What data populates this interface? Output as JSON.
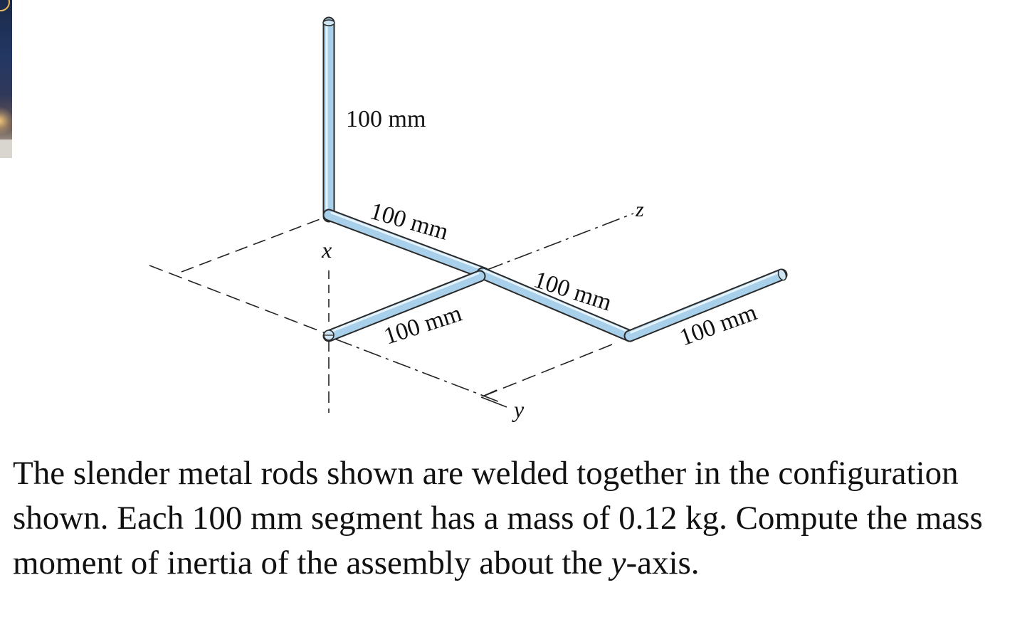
{
  "figure": {
    "labels": {
      "vertical_rod": "100 mm",
      "upper_diagonal_rod": "100 mm",
      "lower_left_rod": "100 mm",
      "middle_rod": "100 mm",
      "right_rod": "100 mm"
    },
    "axes": {
      "x": "x",
      "y": "y",
      "z": "z"
    },
    "colors": {
      "rod_fill": "#a9d0ea",
      "rod_outline": "#2a2a2a",
      "rod_highlight": "#e6f3fb",
      "axis_line": "#222222"
    }
  },
  "problem": {
    "text_before_var": "The slender metal rods shown are welded together in the configuration shown. Each 100 mm segment has a mass of 0.12 kg. Compute the mass moment of inertia of the assembly about the ",
    "variable": "y",
    "text_after_var": "-axis."
  }
}
